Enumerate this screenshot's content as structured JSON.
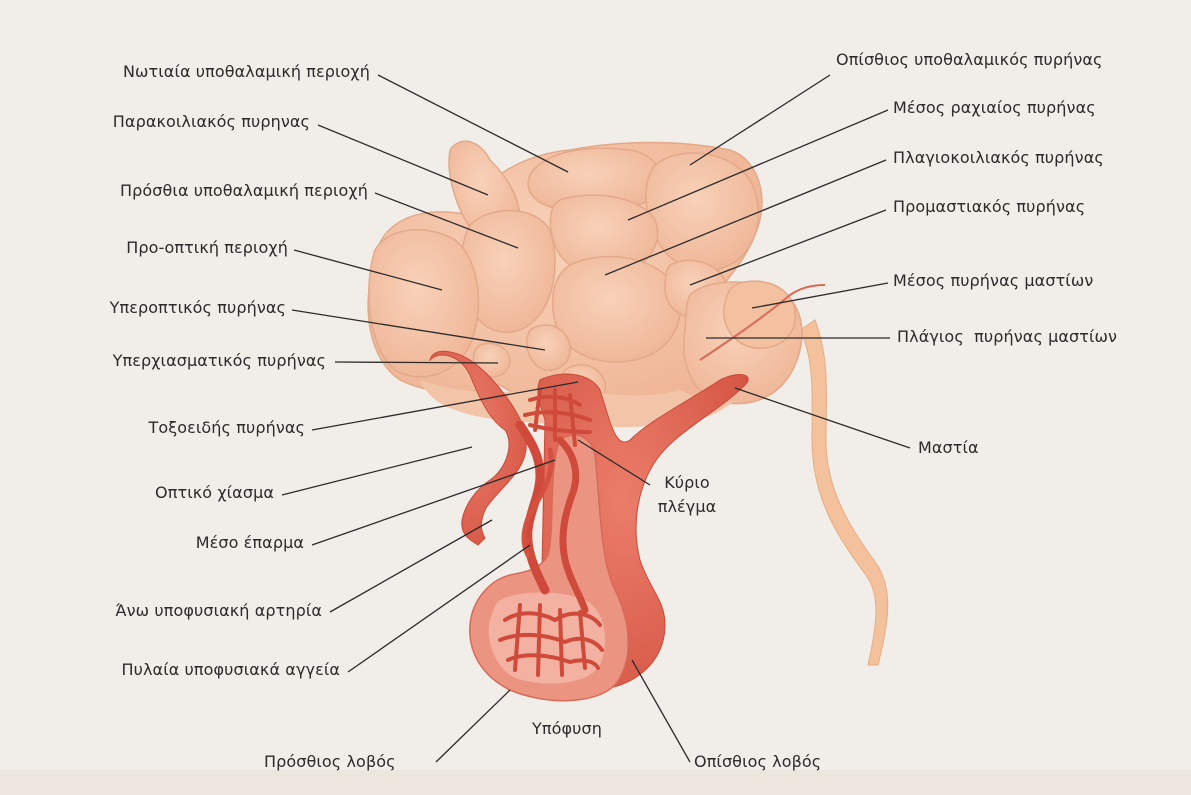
{
  "labels": {
    "dorsal_hypothalamic_area": "Νωτιαία υποθαλαμική περιοχή",
    "paraventricular_nucleus": "Παρακοιλιακός πυρηνας",
    "anterior_hypothalamic_area": "Πρόσθια υποθαλαμική περιοχή",
    "preoptic_area": "Προ-οπτική περιοχή",
    "supraoptic_nucleus": "Υπεροπτικός πυρήνας",
    "suprachiasmatic_nucleus": "Υπερχιασματικός πυρήνας",
    "arcuate_nucleus": "Τοξοειδής πυρήνας",
    "optic_chiasm": "Οπτικό χίασμα",
    "median_eminence": "Μέσο έπαρμα",
    "superior_hypophyseal_artery": "Άνω υποφυσιακή αρτηρία",
    "hypophyseal_portal_vessels": "Πυλαία υποφυσιακά αγγεία",
    "anterior_lobe": "Πρόσθιος λοβός",
    "pituitary": "Υπόφυση",
    "posterior_lobe": "Οπίσθιος λοβός",
    "posterior_hypothalamic_nucleus": "Οπίσθιος υποθαλαμικός πυρήνας",
    "dorsomedial_nucleus": "Μέσος ραχιαίος πυρήνας",
    "ventromedial_nucleus": "Πλαγιοκοιλιακός πυρήνας",
    "premammillary_nucleus": "Προμαστιακός πυρήνας",
    "medial_mammillary_nucleus": "Μέσος πυρήνας μαστίων",
    "lateral_mammillary_nucleus": "Πλάγιος  πυρήνας μαστίων",
    "mammillary_body": "Μαστία",
    "primary_plexus_1": "Κύριο",
    "primary_plexus_2": "πλέγμα"
  },
  "colors": {
    "background": "#f1ede8",
    "nucleus_fill": "#f5c6a9",
    "nucleus_stroke": "#e3a989",
    "vessel_red": "#e0604d",
    "gland_red": "#de6a5b",
    "posterior_lobe_fill": "#e5897a",
    "stalk_light": "#f0b8a0",
    "leader_line": "#2c2a2b"
  }
}
